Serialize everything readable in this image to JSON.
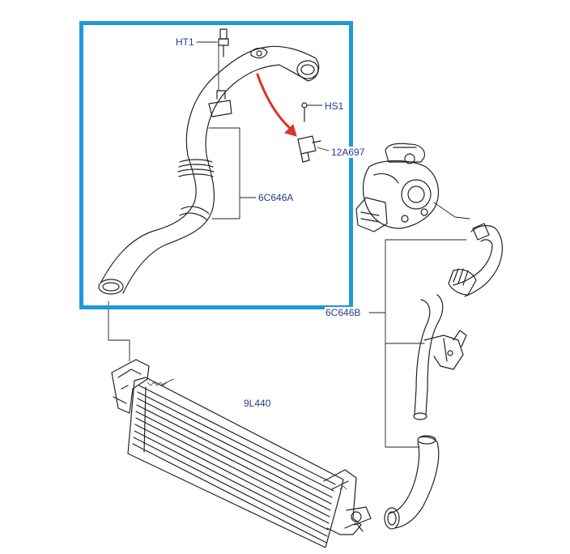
{
  "diagram": {
    "highlight_color": "#1e9ad6",
    "arrow_color": "#d9342b",
    "label_color": "#2a3a8c",
    "labels": {
      "ht1": "HT1",
      "hs1": "HS1",
      "sensor": "12A697",
      "hose_a": "6C646A",
      "hose_b": "6C646B",
      "intercooler": "9L440"
    }
  }
}
